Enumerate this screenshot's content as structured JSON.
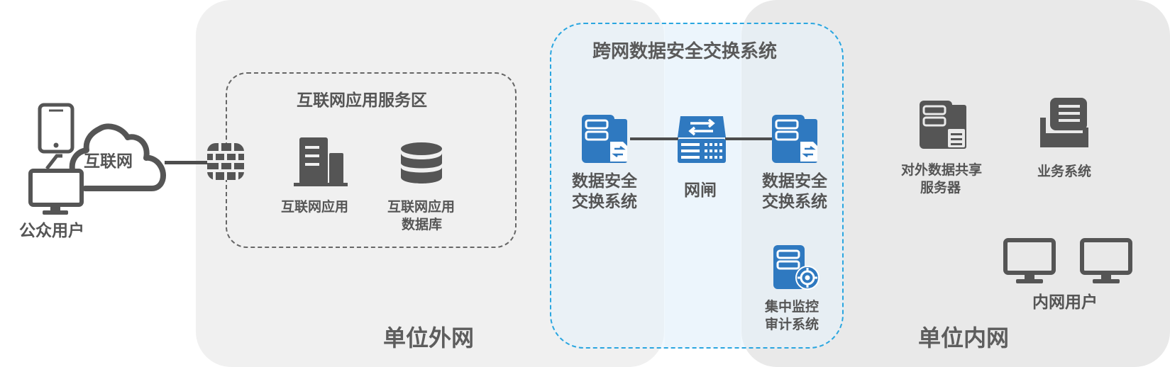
{
  "zones": {
    "outer_network": "单位外网",
    "inner_network": "单位内网",
    "exchange_system": "跨网数据安全交换系统",
    "internet_service_area": "互联网应用服务区"
  },
  "nodes": {
    "internet": "互联网",
    "public_user": "公众用户",
    "internet_app": "互联网应用",
    "internet_app_db": [
      "互联网应用",
      "数据库"
    ],
    "exchange_left": [
      "数据安全",
      "交换系统"
    ],
    "gatekeeper": "网闸",
    "exchange_right": [
      "数据安全",
      "交换系统"
    ],
    "audit_system": [
      "集中监控",
      "审计系统"
    ],
    "share_server": [
      "对外数据共享",
      "服务器"
    ],
    "business_system": "业务系统",
    "intranet_user": "内网用户"
  },
  "colors": {
    "server_blue": "#2f79c0",
    "exchange_border": "#2aa6e0",
    "icon_gray": "#555555"
  }
}
